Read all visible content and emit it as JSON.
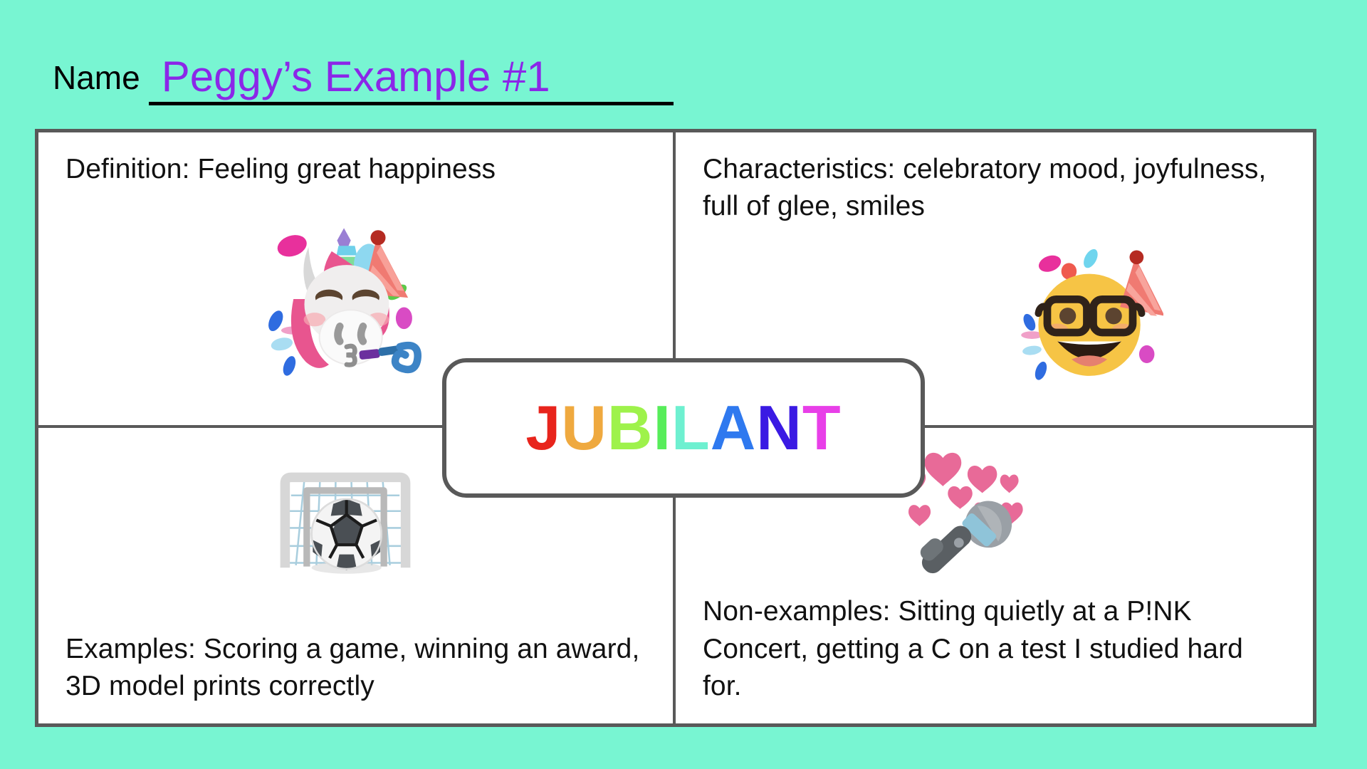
{
  "page": {
    "background_color": "#78f5d2",
    "frame_border_color": "#595959",
    "card_background": "#ffffff"
  },
  "header": {
    "name_label": "Name",
    "name_value": "Peggy’s Example #1",
    "name_value_color": "#8b27e8",
    "name_label_color": "#000000"
  },
  "center": {
    "word": "JUBILANT",
    "letters": [
      {
        "char": "J",
        "color": "#e8241c"
      },
      {
        "char": "U",
        "color": "#efa93f"
      },
      {
        "char": "B",
        "color": "#9ef24b"
      },
      {
        "char": "I",
        "color": "#57ed5a"
      },
      {
        "char": "L",
        "color": "#6ef0d0"
      },
      {
        "char": "A",
        "color": "#2f79ef"
      },
      {
        "char": "N",
        "color": "#3a1ae3"
      },
      {
        "char": "T",
        "color": "#e83fe8"
      }
    ]
  },
  "quadrants": {
    "top_left": {
      "text": "Definition: Feeling great happiness",
      "emoji_name": "party-unicorn-emoji"
    },
    "top_right": {
      "text": "Characteristics: celebratory mood, joyfulness, full of glee, smiles",
      "emoji_name": "partying-nerd-face-emoji"
    },
    "bottom_left": {
      "text": "Examples: Scoring a game, winning an award, 3D model prints correctly",
      "emoji_name": "goal-net-soccer-ball-emoji"
    },
    "bottom_right": {
      "text": "Non-examples: Sitting quietly at a P!NK Concert, getting a C on a test I studied hard for.",
      "emoji_name": "microphone-with-hearts-emoji"
    }
  }
}
